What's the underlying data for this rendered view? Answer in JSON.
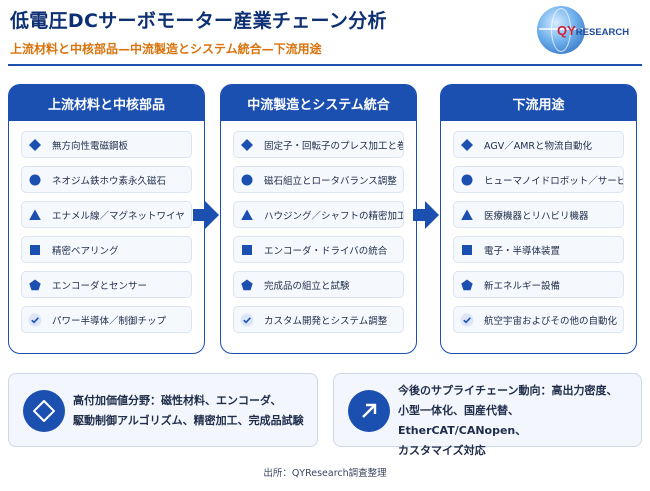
{
  "header": {
    "title": "低電圧DCサーボモーター産業チェーン分析",
    "subtitle": "上流材料と中核部品—中流製造とシステム統合—下流用途",
    "logo_text_brand": "QY",
    "logo_text_rest": "RESEARCH"
  },
  "colors": {
    "primary": "#1b4fb0",
    "accent": "#d9730d",
    "title": "#0d2f73"
  },
  "columns": [
    {
      "title": "上流材料と中核部品",
      "items": [
        {
          "icon": "diamond-icon",
          "label": "無方向性電磁鋼板"
        },
        {
          "icon": "circle-icon",
          "label": "ネオジム鉄ホウ素永久磁石"
        },
        {
          "icon": "triangle-icon",
          "label": "エナメル線／マグネットワイヤ"
        },
        {
          "icon": "square-icon",
          "label": "精密ベアリング"
        },
        {
          "icon": "pentagon-icon",
          "label": "エンコーダとセンサー"
        },
        {
          "icon": "check-icon",
          "label": "パワー半導体／制御チップ"
        }
      ]
    },
    {
      "title": "中流製造とシステム統合",
      "items": [
        {
          "icon": "diamond-icon",
          "label": "固定子・回転子のプレス加工と巻線"
        },
        {
          "icon": "circle-icon",
          "label": "磁石組立とロータバランス調整"
        },
        {
          "icon": "triangle-icon",
          "label": "ハウジング／シャフトの精密加工"
        },
        {
          "icon": "square-icon",
          "label": "エンコーダ・ドライバの統合"
        },
        {
          "icon": "pentagon-icon",
          "label": "完成品の組立と試験"
        },
        {
          "icon": "check-icon",
          "label": "カスタム開発とシステム調整"
        }
      ]
    },
    {
      "title": "下流用途",
      "items": [
        {
          "icon": "diamond-icon",
          "label": "AGV／AMRと物流自動化"
        },
        {
          "icon": "circle-icon",
          "label": "ヒューマノイドロボット／サービスロボット"
        },
        {
          "icon": "triangle-icon",
          "label": "医療機器とリハビリ機器"
        },
        {
          "icon": "square-icon",
          "label": "電子・半導体装置"
        },
        {
          "icon": "pentagon-icon",
          "label": "新エネルギー設備"
        },
        {
          "icon": "check-icon",
          "label": "航空宇宙およびその他の自動化"
        }
      ]
    }
  ],
  "bottom": {
    "left": {
      "icon": "diamond-outline-icon",
      "line1": "高付加価値分野：磁性材料、エンコーダ、",
      "line2": "駆動制御アルゴリズム、精密加工、完成品試験"
    },
    "right": {
      "icon": "trend-arrow-icon",
      "line1": "今後のサプライチェーン動向：高出力密度、",
      "line2": "小型一体化、国産代替、EtherCAT/CANopen、",
      "line3": "カスタマイズ対応"
    }
  },
  "source": "出所：QYResearch調査整理"
}
